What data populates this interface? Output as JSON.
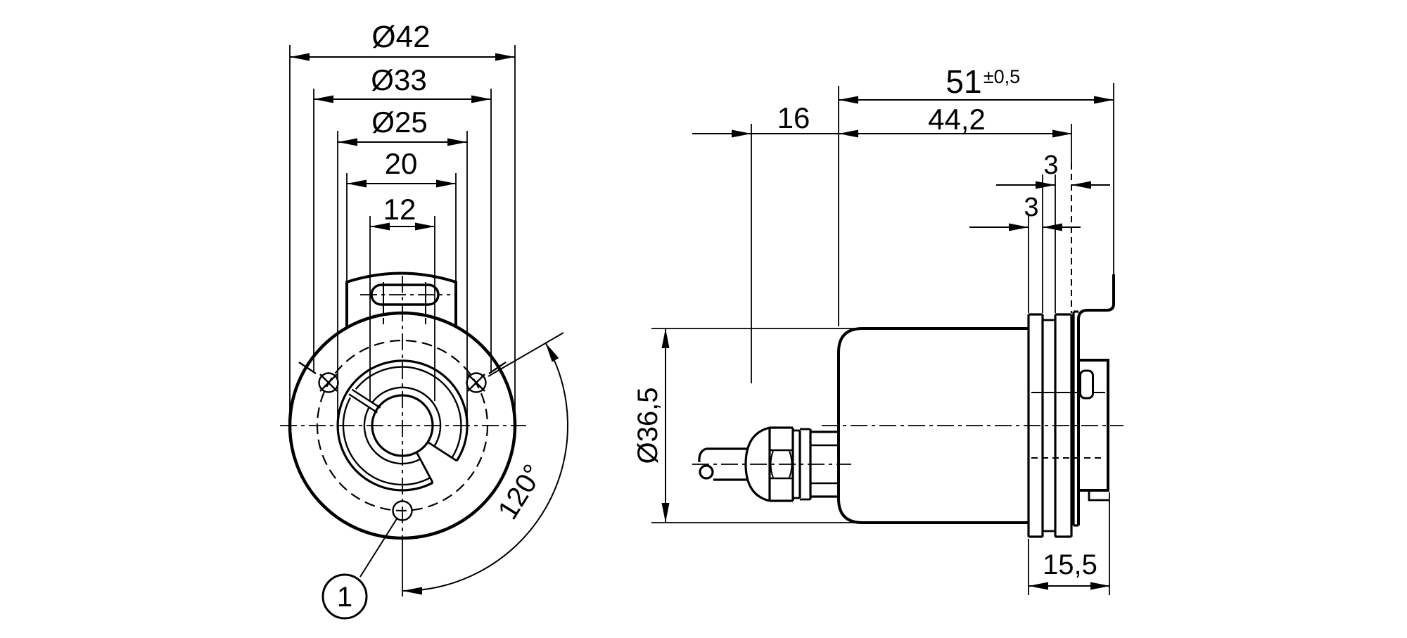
{
  "front": {
    "d42": "Ø42",
    "d33": "Ø33",
    "d25": "Ø25",
    "w20": "20",
    "w12": "12",
    "angle": "120°",
    "callout": "1"
  },
  "side": {
    "len51": "51",
    "tol": "±0,5",
    "len16": "16",
    "len442": "44,2",
    "rib3a": "3",
    "rib3b": "3",
    "d365": "Ø36,5",
    "len155": "15,5"
  },
  "colors": {
    "line": "#000000",
    "background": "#ffffff"
  }
}
